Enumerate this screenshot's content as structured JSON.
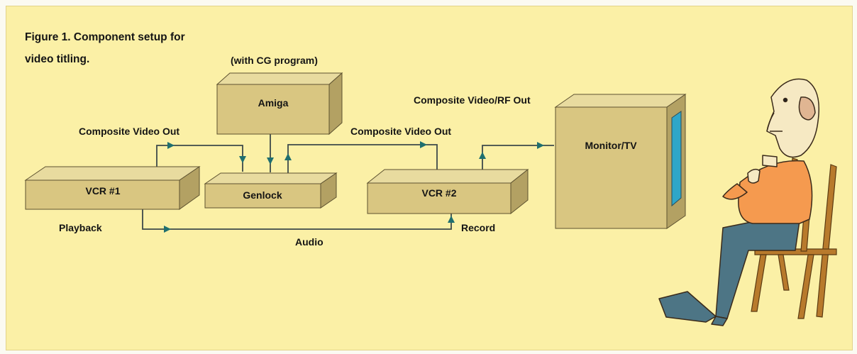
{
  "caption": {
    "line1": "Figure 1. Component setup for",
    "line2": "video titling."
  },
  "devices": {
    "amiga": "Amiga",
    "amiga_note": "(with CG program)",
    "vcr1": "VCR #1",
    "genlock": "Genlock",
    "vcr2": "VCR #2",
    "monitor": "Monitor/TV"
  },
  "labels": {
    "composite_out_1": "Composite Video Out",
    "composite_out_2": "Composite Video Out",
    "composite_rf": "Composite Video/RF Out",
    "playback": "Playback",
    "record": "Record",
    "audio": "Audio"
  },
  "colors": {
    "background": "#fbf0a6",
    "box_front": "#d9c681",
    "box_top": "#e8db9f",
    "box_side": "#b3a163",
    "screen": "#2fa6c8",
    "shirt": "#f59a4f",
    "pants": "#4d7585",
    "chair": "#b87a2c"
  }
}
